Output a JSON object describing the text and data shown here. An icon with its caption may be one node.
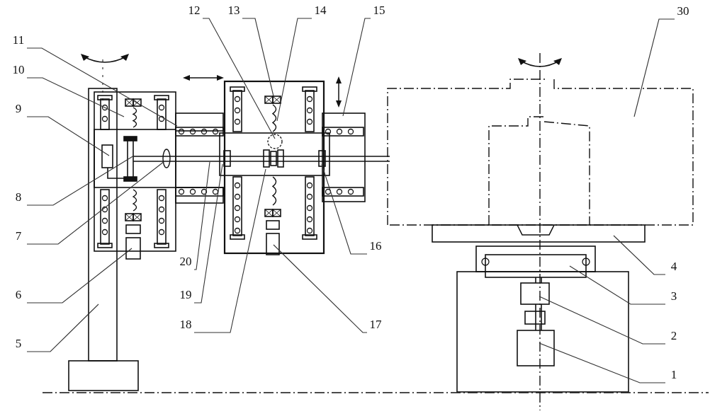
{
  "diagram": {
    "nodes": [
      {
        "text": [
          "12"
        ]
      },
      {
        "text": [
          "13"
        ]
      },
      {
        "text": [
          "14"
        ]
      },
      {
        "text": [
          "15"
        ]
      },
      {
        "text": [
          "30"
        ]
      },
      {
        "text": [
          "11"
        ]
      },
      {
        "text": [
          "10"
        ]
      },
      {
        "text": [
          "9"
        ]
      },
      {
        "text": [
          "8"
        ]
      },
      {
        "text": [
          "7"
        ]
      },
      {
        "text": [
          "16"
        ]
      },
      {
        "text": [
          "20"
        ]
      },
      {
        "text": [
          "4"
        ]
      },
      {
        "text": [
          "6"
        ]
      },
      {
        "text": [
          "19"
        ]
      },
      {
        "text": [
          "3"
        ]
      },
      {
        "text": [
          "17"
        ]
      },
      {
        "text": [
          "18"
        ]
      },
      {
        "text": [
          "2"
        ]
      },
      {
        "text": [
          "5"
        ]
      },
      {
        "text": [
          "1"
        ]
      }
    ],
    "edges": [
      {
        "from": 0,
        "to": null,
        "arrow": "none"
      },
      {
        "from": 1,
        "to": null,
        "arrow": "none"
      },
      {
        "from": 2,
        "to": null,
        "arrow": "none"
      },
      {
        "from": 3,
        "to": null,
        "arrow": "none"
      },
      {
        "from": 4,
        "to": null,
        "arrow": "none"
      },
      {
        "from": 5,
        "to": null,
        "arrow": "none"
      },
      {
        "from": 6,
        "to": null,
        "arrow": "none"
      },
      {
        "from": 7,
        "to": null,
        "arrow": "none"
      },
      {
        "from": 8,
        "to": null,
        "arrow": "none"
      },
      {
        "from": 9,
        "to": null,
        "arrow": "none"
      },
      {
        "from": 10,
        "to": null,
        "arrow": "none"
      },
      {
        "from": 11,
        "to": null,
        "arrow": "none"
      },
      {
        "from": 12,
        "to": null,
        "arrow": "none"
      },
      {
        "from": 13,
        "to": null,
        "arrow": "none"
      },
      {
        "from": 14,
        "to": null,
        "arrow": "none"
      },
      {
        "from": 15,
        "to": null,
        "arrow": "none"
      },
      {
        "from": 16,
        "to": null,
        "arrow": "none"
      },
      {
        "from": 17,
        "to": null,
        "arrow": "none"
      },
      {
        "from": 18,
        "to": null,
        "arrow": "none"
      },
      {
        "from": 19,
        "to": null,
        "arrow": "none"
      },
      {
        "from": 20,
        "to": null,
        "arrow": "none"
      }
    ]
  }
}
